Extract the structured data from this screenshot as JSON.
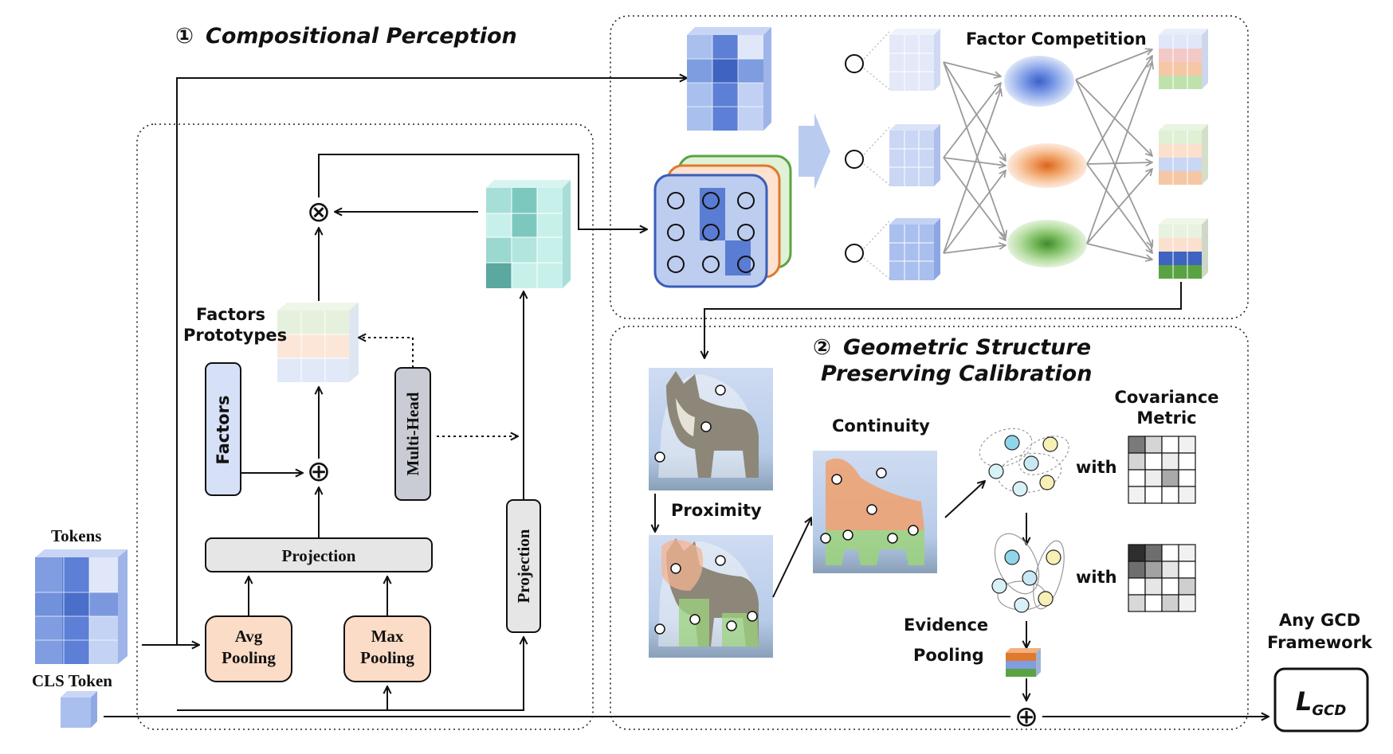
{
  "sections": {
    "compositional": {
      "number": "①",
      "title": "Compositional Perception"
    },
    "geometric": {
      "number": "②",
      "title_line1": "Geometric Structure",
      "title_line2": "Preserving Calibration"
    }
  },
  "labels": {
    "tokens": "Tokens",
    "cls_token": "CLS Token",
    "projection": "Projection",
    "projection_vertical": "Projection",
    "avg_pooling_1": "Avg",
    "avg_pooling_2": "Pooling",
    "max_pooling_1": "Max",
    "max_pooling_2": "Pooling",
    "factors": "Factors",
    "multi_head": "Multi-Head",
    "factors_prototypes_1": "Factors",
    "factors_prototypes_2": "Prototypes",
    "factor_competition": "Factor Competition",
    "proximity": "Proximity",
    "continuity": "Continuity",
    "evidence_pooling_1": "Evidence",
    "evidence_pooling_2": "Pooling",
    "covariance_1": "Covariance",
    "covariance_2": "Metric",
    "with_1": "with",
    "with_2": "with",
    "any_gcd_1": "Any GCD",
    "any_gcd_2": "Framework",
    "loss_main": "L",
    "loss_sub": "GCD"
  },
  "symbols": {
    "times": "⊗",
    "plus": "⊕"
  },
  "colors": {
    "blue_dark": "#4a6fc9",
    "blue_mid": "#7f9de0",
    "blue_light": "#c9d6f2",
    "teal_dark": "#5aa8a0",
    "teal_light": "#bfece7",
    "orange": "#e0782e",
    "orange_light": "#f7d5bd",
    "green": "#5aa342",
    "green_light": "#c9e6b8",
    "cyan_dot": "#8fd6ea",
    "yellow_dot": "#f6efb6"
  }
}
